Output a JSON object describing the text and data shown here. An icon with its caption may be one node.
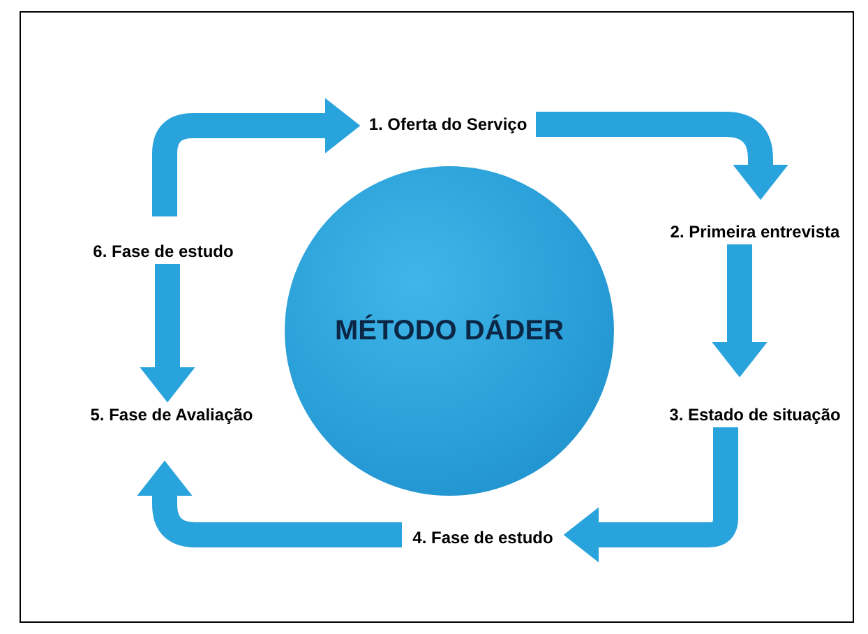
{
  "diagram": {
    "nodes": [
      {
        "text": [
          "MÉTODO DÁDER"
        ]
      },
      {
        "text": [
          "1. Oferta do Serviço"
        ]
      },
      {
        "text": [
          "2. Primeira entrevista"
        ]
      },
      {
        "text": [
          "3. Estado de situação"
        ]
      },
      {
        "text": [
          "4. Fase de estudo"
        ]
      },
      {
        "text": [
          "5. Fase de Avaliação"
        ]
      },
      {
        "text": [
          "6. Fase de estudo"
        ]
      }
    ],
    "edges": [
      {
        "from": 1,
        "to": 2,
        "arrow": "to"
      },
      {
        "from": 2,
        "to": 3,
        "arrow": "to"
      },
      {
        "from": 3,
        "to": 4,
        "arrow": "to"
      },
      {
        "from": 4,
        "to": 5,
        "arrow": "to"
      },
      {
        "from": 6,
        "to": 5,
        "arrow": "to"
      },
      {
        "from": 6,
        "to": 1,
        "arrow": "to"
      }
    ]
  }
}
